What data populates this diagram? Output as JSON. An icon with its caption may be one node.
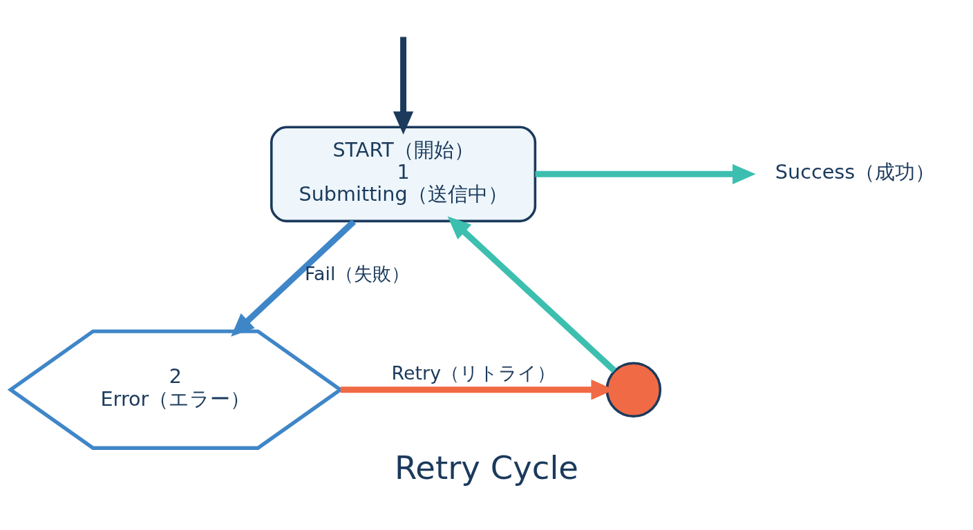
{
  "diagram": {
    "title": "Retry Cycle",
    "nodes": [
      {
        "text": [
          "START（開始）",
          "1",
          "Submitting（送信中）"
        ]
      },
      {
        "text": [
          "Success（成功）"
        ]
      },
      {
        "text": [
          "2",
          "Error（エラー）"
        ]
      },
      {
        "text": [],
        "shape": "circle"
      }
    ],
    "edges": [
      {
        "from": 0,
        "to": 1,
        "arrow": "to",
        "color": "#3dbfb0"
      },
      {
        "from": 0,
        "to": 2,
        "label": "Fail（失敗）",
        "arrow": "to",
        "color": "#3f86c8"
      },
      {
        "from": 2,
        "to": 3,
        "label": "Retry（リトライ）",
        "arrow": "to",
        "color": "#f06a45"
      },
      {
        "from": 3,
        "to": 0,
        "arrow": "to",
        "color": "#3dbfb0"
      },
      {
        "from": null,
        "to": 0,
        "arrow": "to",
        "color": "#1b3a5c"
      }
    ]
  }
}
